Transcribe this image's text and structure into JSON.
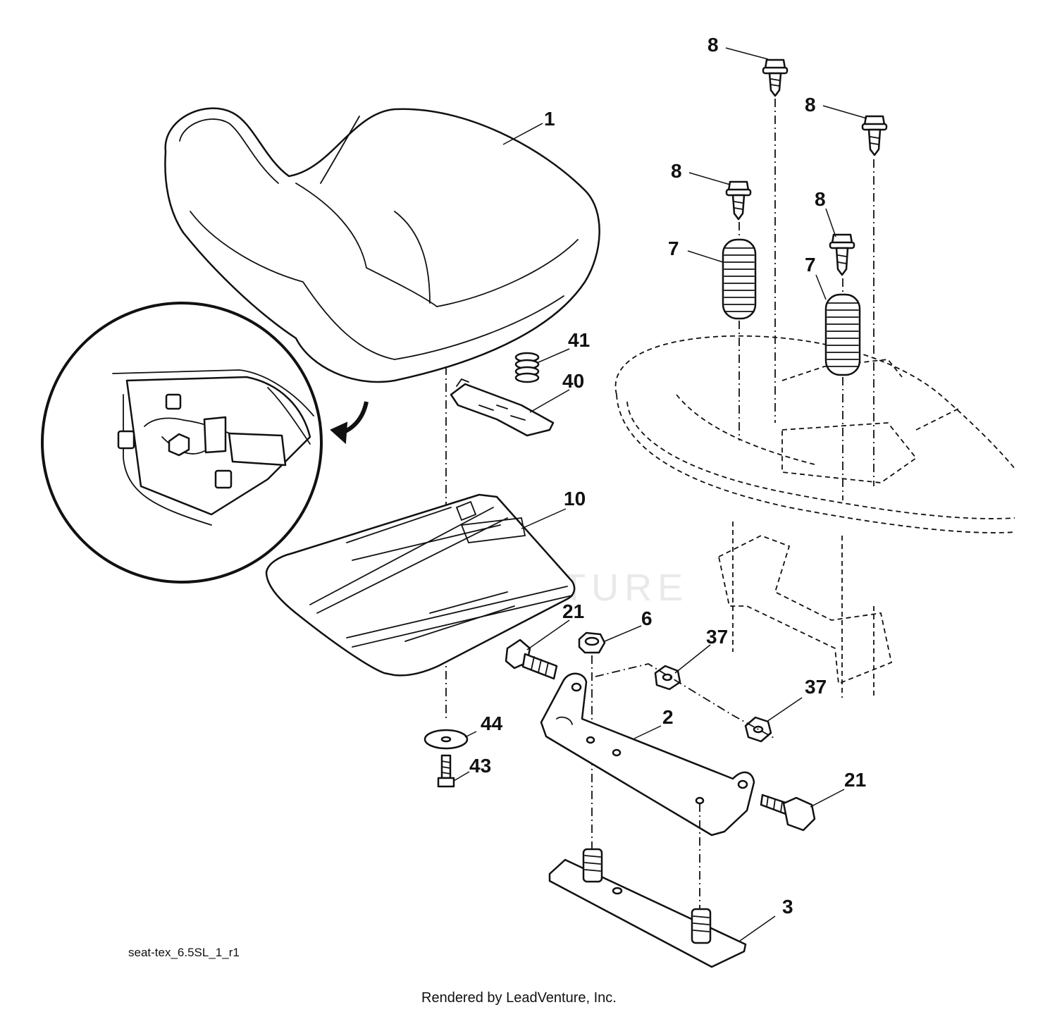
{
  "callouts": {
    "seat": "1",
    "bracket": "2",
    "plate": "3",
    "nut_center": "6",
    "spring_left": "7",
    "spring_right": "7",
    "bolt_a": "8",
    "bolt_b": "8",
    "bolt_c": "8",
    "bolt_d": "8",
    "seat_pan": "10",
    "bolt_left": "21",
    "bolt_right": "21",
    "nut_upper": "37",
    "nut_lower": "37",
    "clip": "40",
    "small_spring": "41",
    "screw": "43",
    "washer": "44"
  },
  "figure_id": "seat-tex_6.5SL_1_r1",
  "render_credit": "Rendered by LeadVenture, Inc.",
  "watermark_text": "LEADVENTURE"
}
